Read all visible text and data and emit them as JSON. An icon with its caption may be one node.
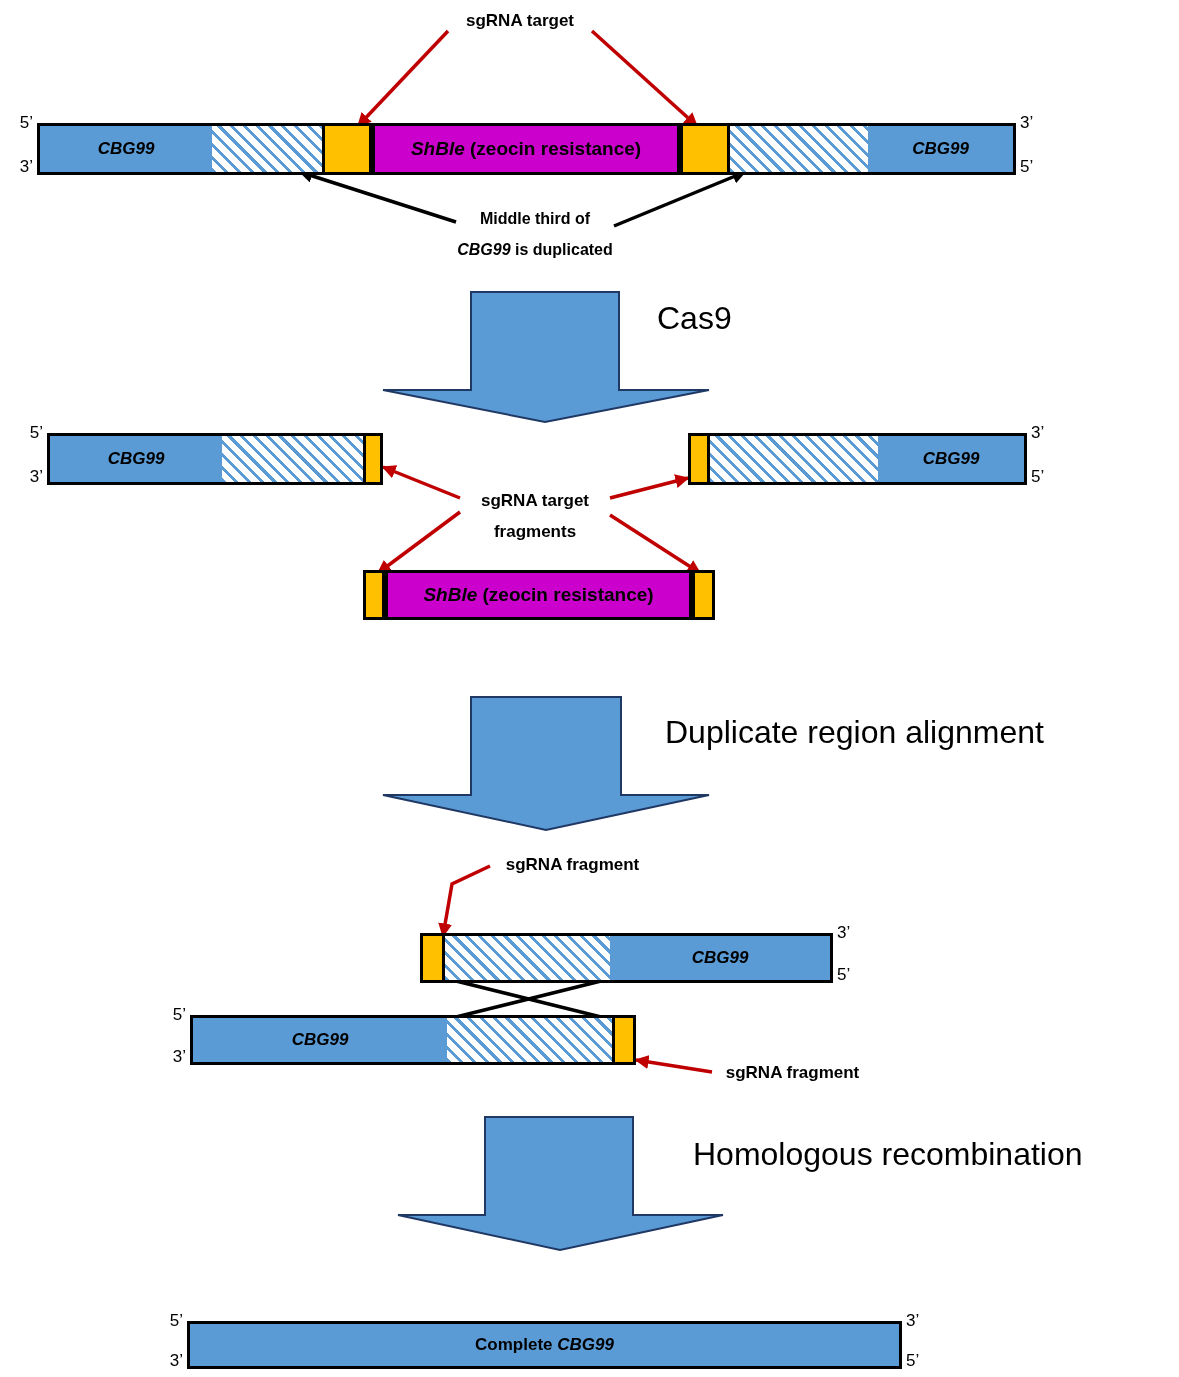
{
  "diagram": {
    "nodes": [
      {
        "text": [
          "sgRNA target"
        ]
      },
      {
        "text": [],
        "shape": "bar",
        "beside": [
          "5’",
          "3’",
          "3’",
          "5’"
        ]
      },
      {
        "text": [
          "CBG99"
        ],
        "in": 1
      },
      {
        "text": [],
        "shape": "box",
        "in": 1
      },
      {
        "text": [],
        "shape": "box",
        "in": 1
      },
      {
        "text": [
          "*ShBle* (zeocin resistance)"
        ],
        "in": 1
      },
      {
        "text": [],
        "shape": "box",
        "in": 1
      },
      {
        "text": [],
        "shape": "box",
        "in": 1
      },
      {
        "text": [
          "CBG99"
        ],
        "in": 1
      },
      {
        "text": [
          "Middle third of *CBG99* is duplicated"
        ]
      },
      {
        "text": [],
        "shape": "bar",
        "beside": [
          "5’",
          "3’"
        ]
      },
      {
        "text": [
          "CBG99"
        ],
        "in": 10
      },
      {
        "text": [],
        "shape": "box",
        "in": 10
      },
      {
        "text": [],
        "shape": "box",
        "in": 10
      },
      {
        "text": [],
        "shape": "bar",
        "beside": [
          "3’",
          "5’"
        ]
      },
      {
        "text": [],
        "shape": "box",
        "in": 14
      },
      {
        "text": [],
        "shape": "box",
        "in": 14
      },
      {
        "text": [
          "CBG99"
        ],
        "in": 14
      },
      {
        "text": [
          "sgRNA target fragments"
        ]
      },
      {
        "text": [],
        "shape": "bar"
      },
      {
        "text": [],
        "shape": "box",
        "in": 19
      },
      {
        "text": [
          "*ShBle* (zeocin resistance)"
        ],
        "in": 19
      },
      {
        "text": [],
        "shape": "box",
        "in": 19
      },
      {
        "text": [
          "sgRNA fragment"
        ]
      },
      {
        "text": [],
        "shape": "bar",
        "beside": [
          "3’",
          "5’"
        ]
      },
      {
        "text": [],
        "shape": "box",
        "in": 24
      },
      {
        "text": [],
        "shape": "box",
        "in": 24
      },
      {
        "text": [
          "CBG99"
        ],
        "in": 24
      },
      {
        "text": [],
        "shape": "bar",
        "beside": [
          "5’",
          "3’"
        ]
      },
      {
        "text": [
          "CBG99"
        ],
        "in": 28
      },
      {
        "text": [],
        "shape": "box",
        "in": 28
      },
      {
        "text": [],
        "shape": "box",
        "in": 28
      },
      {
        "text": [
          "sgRNA fragment"
        ]
      },
      {
        "text": [
          "Complete *CBG99*"
        ],
        "beside": [
          "5’",
          "3’",
          "3’",
          "5’"
        ]
      }
    ],
    "edges": [
      {
        "from": 0,
        "to": 4,
        "arrow": "to"
      },
      {
        "from": 0,
        "to": 6,
        "arrow": "to"
      },
      {
        "from": 9,
        "to": 3,
        "arrow": "to",
        "color": "#000000"
      },
      {
        "from": 9,
        "to": 7,
        "arrow": "to",
        "color": "#000000"
      },
      {
        "from": 18,
        "to": 13,
        "arrow": "to"
      },
      {
        "from": 18,
        "to": 15,
        "arrow": "to"
      },
      {
        "from": 18,
        "to": 20,
        "arrow": "to"
      },
      {
        "from": 18,
        "to": 22,
        "arrow": "to"
      },
      {
        "from": 23,
        "to": 25,
        "arrow": "to"
      },
      {
        "from": 26,
        "to": 30,
        "arrow": "none",
        "color": "#000000"
      },
      {
        "from": 26,
        "to": 30,
        "arrow": "none",
        "color": "#000000"
      },
      {
        "from": 32,
        "to": 31,
        "arrow": "to"
      }
    ],
    "labels": [
      "Cas9",
      "Duplicate region alignment",
      "Homologous recombination"
    ]
  }
}
